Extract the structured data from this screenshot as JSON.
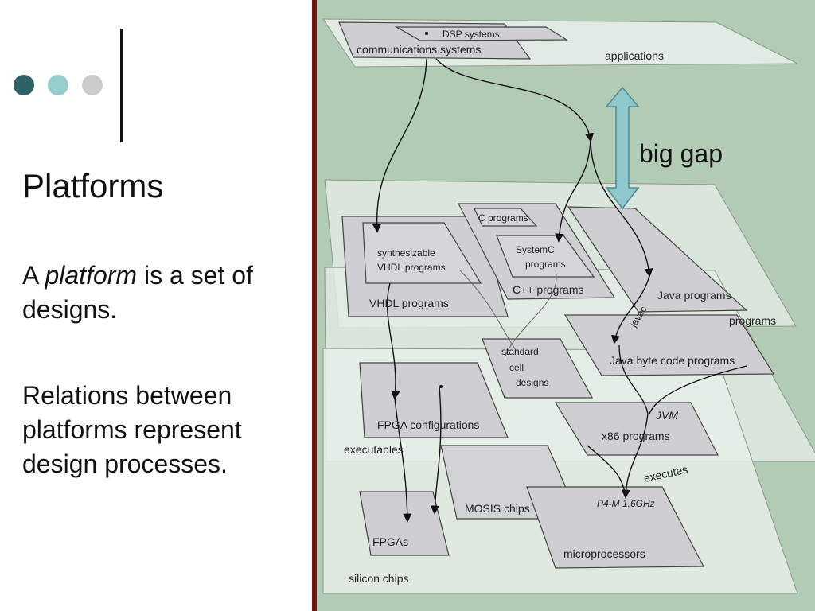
{
  "slide": {
    "title": "Platforms",
    "paragraph1": {
      "prefix": "A ",
      "emphasis": "platform",
      "suffix": " is a set of",
      "line2": "designs."
    },
    "paragraph2": {
      "line1": "Relations  between",
      "line2": "platforms represent",
      "line3": "design processes."
    }
  },
  "colors": {
    "dot_dark": "#2e6267",
    "dot_mid": "#96cccc",
    "dot_light": "#cccccc",
    "divider": "#7a1212",
    "panel_bg": "#b2cbb4",
    "layer_fill": "#e1ebe3",
    "box_fill": "#cfcfd3",
    "arrow_fill": "#8fc8cc"
  },
  "diagram": {
    "layers": {
      "applications": "applications",
      "programs": "programs",
      "executables": "executables",
      "silicon": "silicon chips"
    },
    "boxes": {
      "dsp": "DSP systems",
      "comm": "communications systems",
      "vhdl_synth_1": "synthesizable",
      "vhdl_synth_2": "VHDL programs",
      "vhdl": "VHDL programs",
      "c_programs": "C programs",
      "systemc_1": "SystemC",
      "systemc_2": "programs",
      "cpp": "C++ programs",
      "java": "Java programs",
      "javac": "javac",
      "std_cell_1": "standard",
      "std_cell_2": "cell",
      "std_cell_3": "designs",
      "java_byte": "Java byte code programs",
      "fpga_config": "FPGA configurations",
      "jvm": "JVM",
      "x86": "x86 programs",
      "executes": "executes",
      "mosis": "MOSIS chips",
      "p4m": "P4-M 1.6GHz",
      "fpgas": "FPGAs",
      "microprocessors": "microprocessors"
    },
    "gap_label": "big gap"
  }
}
